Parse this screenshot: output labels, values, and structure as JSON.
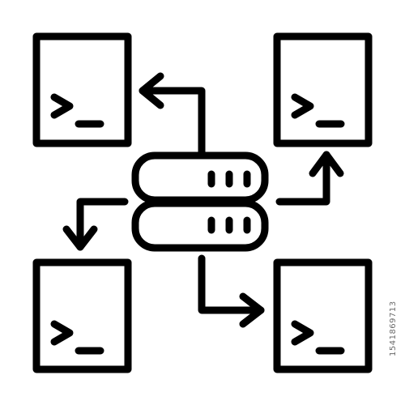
{
  "colors": {
    "line": "#000000",
    "background": "#ffffff"
  },
  "icon": {
    "name": "server-distribution-icon",
    "center": "server-icon",
    "terminals": [
      {
        "name": "terminal-window-icon",
        "position": "top-left",
        "prompt": ">_"
      },
      {
        "name": "terminal-window-icon",
        "position": "top-right",
        "prompt": ">_"
      },
      {
        "name": "terminal-window-icon",
        "position": "bottom-left",
        "prompt": ">_"
      },
      {
        "name": "terminal-window-icon",
        "position": "bottom-right",
        "prompt": ">_"
      }
    ],
    "arrows": [
      "arrow-to-top-left-icon",
      "arrow-to-top-right-icon",
      "arrow-to-bottom-left-icon",
      "arrow-to-bottom-right-icon"
    ]
  },
  "watermark": {
    "id_text": "1541869713"
  }
}
